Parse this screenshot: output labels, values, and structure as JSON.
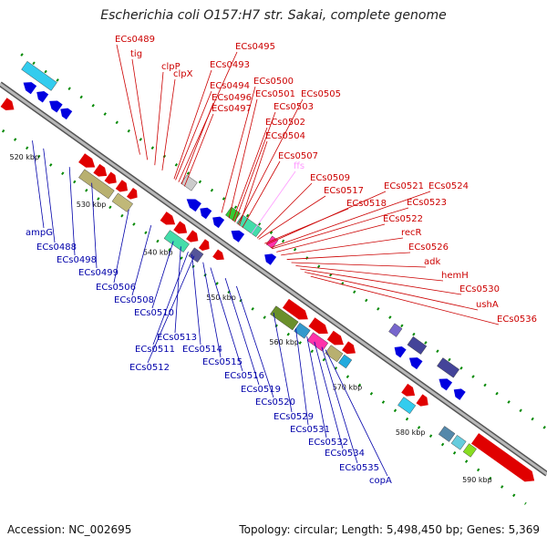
{
  "header": {
    "title": "Escherichia coli O157:H7 str. Sakai, complete genome"
  },
  "footer": {
    "accession": "Accession: NC_002695",
    "topology": "Topology: circular; Length: 5,498,450 bp; Genes: 5,369"
  },
  "colors": {
    "backbone": "#808080",
    "forward_gene": "#e00000",
    "reverse_gene": "#0000e0",
    "rna_gene": "#ff99ff",
    "top_label": "#cc0000",
    "bottom_label": "#0000aa",
    "tick_dot": "#008800"
  },
  "scale_ticks": [
    {
      "label": "520 kbp"
    },
    {
      "label": "530 kbp"
    },
    {
      "label": "540 kbp"
    },
    {
      "label": "550 kbp"
    },
    {
      "label": "560 kbp"
    },
    {
      "label": "570 kbp"
    },
    {
      "label": "580 kbp"
    },
    {
      "label": "590 kbp"
    }
  ],
  "top_labels": [
    "ECs0489",
    "tig",
    "clpP",
    "clpX",
    "ECs0493",
    "ECs0495",
    "ECs0494",
    "ECs0496",
    "ECs0497",
    "ECs0500",
    "ECs0501",
    "ECs0505",
    "ECs0503",
    "ECs0502",
    "ECs0504",
    "ECs0507",
    "ffs",
    "ECs0509",
    "ECs0517",
    "ECs0518",
    "ECs0521",
    "ECs0524",
    "ECs0523",
    "ECs0522",
    "recR",
    "ECs0526",
    "adk",
    "hemH",
    "ECs0530",
    "ushA",
    "ECs0536"
  ],
  "bottom_labels": [
    "ampG",
    "ECs0488",
    "ECs0498",
    "ECs0499",
    "ECs0506",
    "ECs0508",
    "ECs0510",
    "ECs0513",
    "ECs0511",
    "ECs0514",
    "ECs0512",
    "ECs0515",
    "ECs0516",
    "ECs0519",
    "ECs0520",
    "ECs0529",
    "ECs0531",
    "ECs0532",
    "ECs0534",
    "ECs0535",
    "copA"
  ]
}
